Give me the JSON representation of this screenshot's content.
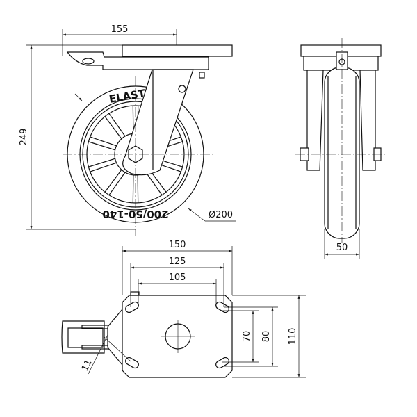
{
  "drawing": {
    "front_view": {
      "dim_width": "155",
      "dim_height": "249",
      "dim_diameter": "Ø200",
      "tire_brand": "ELAST",
      "tire_size": "200/50-140"
    },
    "side_view": {
      "dim_wheel_width": "50"
    },
    "bottom_view": {
      "dim_plate_length": "150",
      "dim_hole_outer_x": "125",
      "dim_hole_inner_x": "105",
      "dim_hole_inner_y": "70",
      "dim_hole_outer_y": "80",
      "dim_plate_width": "110",
      "dim_offset": "11"
    }
  }
}
